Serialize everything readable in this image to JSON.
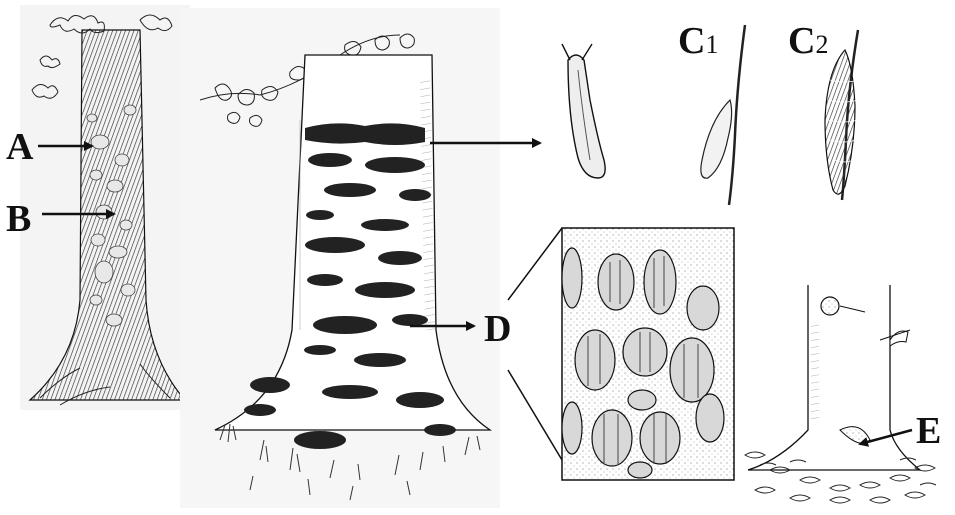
{
  "labels": {
    "a": "A",
    "b": "B",
    "c1": {
      "letter": "C",
      "sub": "1"
    },
    "c2": {
      "letter": "C",
      "sub": "2"
    },
    "d": "D",
    "e": "E"
  },
  "colors": {
    "ink": "#1a1a1a",
    "bark_dark": "#2a2a2a",
    "paper": "#ffffff",
    "sketch_bg": "#f3f3f3"
  }
}
